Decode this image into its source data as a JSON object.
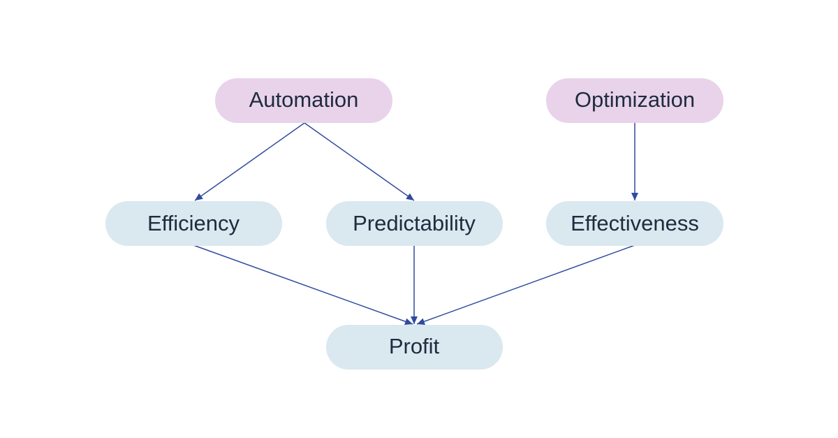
{
  "diagram": {
    "colors": {
      "source_fill": "#e8d3ea",
      "outcome_fill": "#dae8f0",
      "edge": "#2f4a9e",
      "text": "#1f2b3e"
    },
    "nodes": {
      "automation": {
        "label": "Automation"
      },
      "optimization": {
        "label": "Optimization"
      },
      "efficiency": {
        "label": "Efficiency"
      },
      "predictability": {
        "label": "Predictability"
      },
      "effectiveness": {
        "label": "Effectiveness"
      },
      "profit": {
        "label": "Profit"
      }
    },
    "edges": [
      {
        "from": "automation",
        "to": "efficiency"
      },
      {
        "from": "automation",
        "to": "predictability"
      },
      {
        "from": "optimization",
        "to": "effectiveness"
      },
      {
        "from": "efficiency",
        "to": "profit"
      },
      {
        "from": "predictability",
        "to": "profit"
      },
      {
        "from": "effectiveness",
        "to": "profit"
      }
    ]
  }
}
